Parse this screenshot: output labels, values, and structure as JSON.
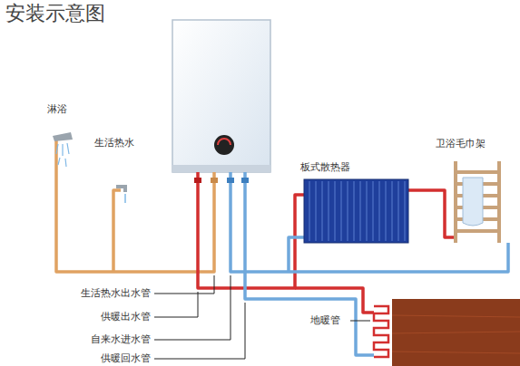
{
  "diagram": {
    "title": "安装示意图",
    "labels": [
      "淋浴",
      "生活热水",
      "板式散热器",
      "卫浴毛巾架",
      "生活热水出水管",
      "供暖出水管",
      "自来水进水管",
      "供暖回水管",
      "地暖管"
    ]
  }
}
